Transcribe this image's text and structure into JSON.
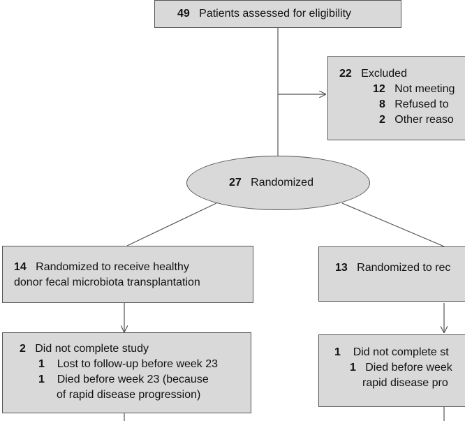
{
  "screening": {
    "count": "49",
    "label": "Patients assessed for eligibility"
  },
  "excluded": {
    "count": "22",
    "label": "Excluded",
    "reasons": [
      {
        "count": "12",
        "label": "Not meeting"
      },
      {
        "count": "8",
        "label": "Refused to"
      },
      {
        "count": "2",
        "label": "Other reaso"
      }
    ]
  },
  "randomized": {
    "count": "27",
    "label": "Randomized"
  },
  "arm_left": {
    "allocation": {
      "count": "14",
      "line1": "Randomized to receive  healthy",
      "line2": "donor fecal microbiota transplantation"
    },
    "followup": {
      "count": "2",
      "label": "Did not complete study",
      "reasons": [
        {
          "count": "1",
          "line1": "Lost to follow-up before week 23"
        },
        {
          "count": "1",
          "line1": "Died before week 23 (because",
          "line2": "of rapid disease progression)"
        }
      ]
    }
  },
  "arm_right": {
    "allocation": {
      "count": "13",
      "label": "Randomized to rec"
    },
    "followup": {
      "count": "1",
      "label": "Did not complete st",
      "reasons": [
        {
          "count": "1",
          "line1": "Died before week",
          "line2": "rapid disease pro"
        }
      ]
    }
  }
}
